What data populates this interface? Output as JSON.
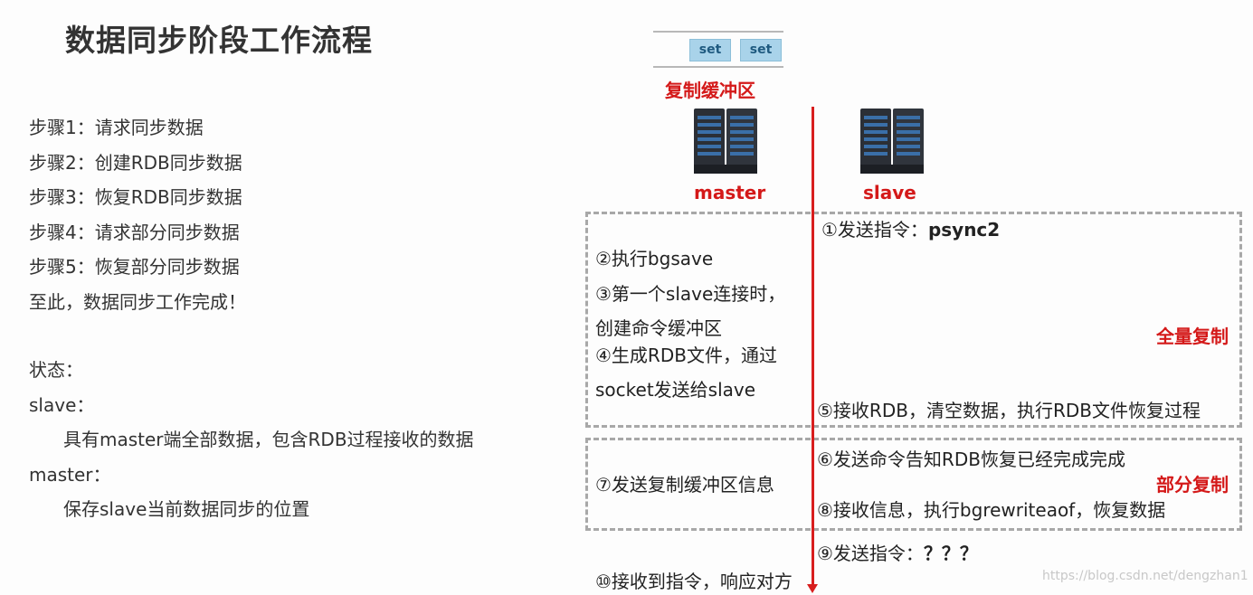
{
  "title": "数据同步阶段工作流程",
  "steps": [
    "步骤1：请求同步数据",
    "步骤2：创建RDB同步数据",
    "步骤3：恢复RDB同步数据",
    "步骤4：请求部分同步数据",
    "步骤5：恢复部分同步数据",
    "至此，数据同步工作完成！"
  ],
  "status": {
    "heading": "状态：",
    "slave_label": "slave：",
    "slave_desc": "具有master端全部数据，包含RDB过程接收的数据",
    "master_label": "master：",
    "master_desc": "保存slave当前数据同步的位置"
  },
  "buffer": {
    "items": [
      "set",
      "set"
    ],
    "label": "复制缓冲区"
  },
  "nodes": {
    "master": "master",
    "slave": "slave"
  },
  "flow": {
    "s1_prefix": "①发送指令：",
    "s1_cmd": "psync2",
    "s2": "②执行bgsave",
    "s3_line1": "③第一个slave连接时，",
    "s3_line2": "创建命令缓冲区",
    "s4_line1": "④生成RDB文件，通过",
    "s4_line2": "socket发送给slave",
    "s5": "⑤接收RDB，清空数据，执行RDB文件恢复过程",
    "s6": "⑥发送命令告知RDB恢复已经完成完成",
    "s7": "⑦发送复制缓冲区信息",
    "s8": "⑧接收信息，执行bgrewriteaof，恢复数据",
    "s9_prefix": "⑨发送指令：",
    "s9_cmd": "？？？",
    "s10": "⑩接收到指令，响应对方"
  },
  "sections": {
    "full": "全量复制",
    "partial": "部分复制"
  },
  "watermark": "https://blog.csdn.net/dengzhan1",
  "colors": {
    "accent_red": "#d41919",
    "dashed_gray": "#a8a8a8",
    "buffer_blue": "#a9d3ea"
  }
}
